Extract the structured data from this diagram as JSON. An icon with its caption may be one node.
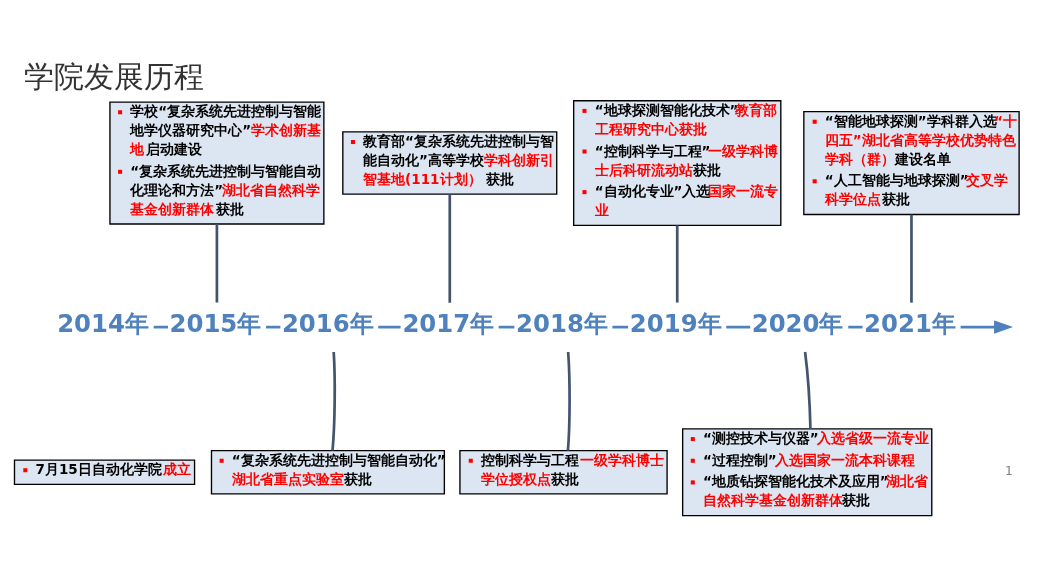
{
  "diagram": {
    "title": "学院发展历程",
    "nodes": [
      {
        "text": [
          "2014年"
        ]
      },
      {
        "text": [
          "7月15日自动化学院**成立**"
        ]
      },
      {
        "text": [
          "2015年"
        ]
      },
      {
        "text": [
          "学校“复杂系统先进控制与智能地学仪器研究中心”**学术创新基地**启动建设",
          "“复杂系统先进控制与智能自动化理论和方法”**湖北省自然科学基金创新群体**获批"
        ]
      },
      {
        "text": [
          "2016年"
        ]
      },
      {
        "text": [
          "“复杂系统先进控制与智能自动化”**湖北省重点实验室**获批"
        ]
      },
      {
        "text": [
          "2017年"
        ]
      },
      {
        "text": [
          "教育部“复杂系统先进控制与智能自动化”高等学校**学科创新引智基地(111计划）**获批"
        ]
      },
      {
        "text": [
          "2018年"
        ]
      },
      {
        "text": [
          "控制科学与工程**一级学科博士学位授权点**获批"
        ]
      },
      {
        "text": [
          "2019年"
        ]
      },
      {
        "text": [
          "“地球探测智能化技术”**教育部工程研究中心获批**",
          "“控制科学与工程”**一级学科博士后科研流动站**获批",
          "“自动化专业”入选**国家一流专业**"
        ]
      },
      {
        "text": [
          "2020年"
        ]
      },
      {
        "text": [
          "“测控技术与仪器”**入选省级一流专业**",
          "“过程控制”**入选国家一流本科课程**",
          "“地质钻探智能化技术及应用”**湖北省自然科学基金创新群体**获批"
        ]
      },
      {
        "text": [
          "2021年"
        ]
      },
      {
        "text": [
          "“智能地球探测”学科群入选**“十四五”湖北省高等学校优势特色学科（群）**建设名单",
          "“人工智能与地球探测”**交叉学科学位点**获批"
        ]
      }
    ],
    "edges": [
      {
        "from": 0,
        "to": 2,
        "arrow": "none"
      },
      {
        "from": 2,
        "to": 4,
        "arrow": "none"
      },
      {
        "from": 4,
        "to": 6,
        "arrow": "none"
      },
      {
        "from": 6,
        "to": 8,
        "arrow": "none"
      },
      {
        "from": 8,
        "to": 10,
        "arrow": "none"
      },
      {
        "from": 10,
        "to": 12,
        "arrow": "none"
      },
      {
        "from": 12,
        "to": 14,
        "arrow": "none"
      },
      {
        "from": 14,
        "to": null,
        "arrow": "to"
      },
      {
        "from": 3,
        "to": 2,
        "arrow": "none",
        "color": "#44536e"
      },
      {
        "from": 5,
        "to": 4,
        "arrow": "none",
        "color": "#44536e"
      },
      {
        "from": 7,
        "to": 6,
        "arrow": "none",
        "color": "#44536e"
      },
      {
        "from": 9,
        "to": 8,
        "arrow": "none",
        "color": "#44536e"
      },
      {
        "from": 11,
        "to": 10,
        "arrow": "none",
        "color": "#44536e"
      },
      {
        "from": 13,
        "to": 12,
        "arrow": "none",
        "color": "#44536e"
      },
      {
        "from": 15,
        "to": 14,
        "arrow": "none",
        "color": "#44536e"
      }
    ],
    "labels": [
      "1"
    ]
  }
}
